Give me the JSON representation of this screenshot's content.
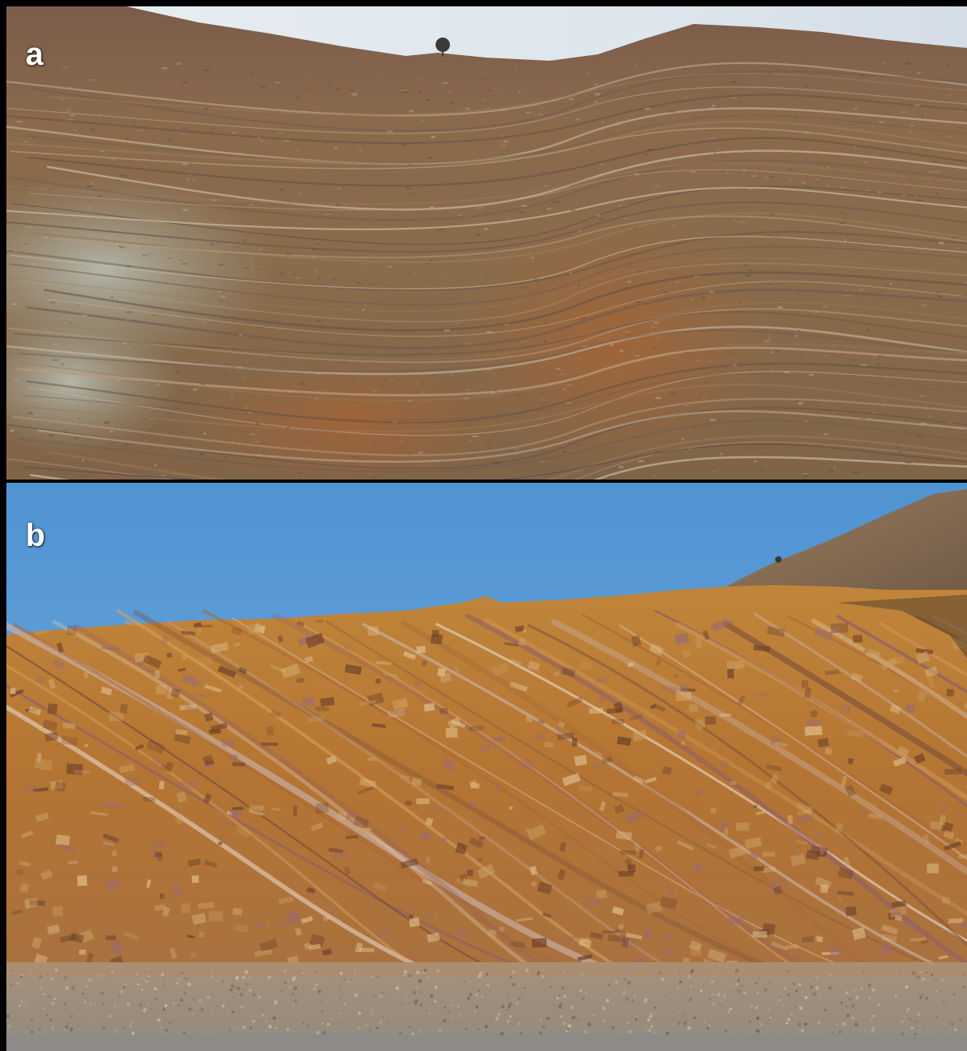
{
  "figure": {
    "panels": [
      {
        "label": "a",
        "scene": "hillside-with-folded-strata",
        "colors": {
          "sky": "#dfe6ec",
          "slope": "#8a6a4a",
          "strata_light": "#c9bba8",
          "grey_patch": "#a8ab9d"
        }
      },
      {
        "label": "b",
        "scene": "road-cut-with-tilted-bedding",
        "colors": {
          "sky": "#5b9bd6",
          "rock": "#b9782d",
          "strata_light": "#e3d2c2",
          "purple_bands": "#8d5a6a",
          "ground": "#9c907f"
        }
      }
    ]
  }
}
